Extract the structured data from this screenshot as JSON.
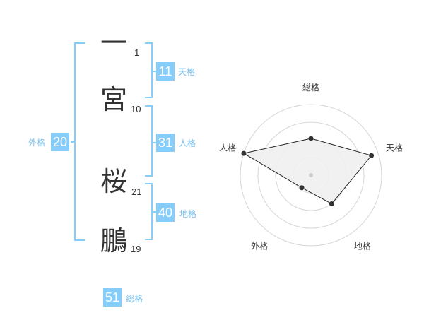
{
  "name": {
    "chars": [
      {
        "char": "一",
        "strokes": "1"
      },
      {
        "char": "宮",
        "strokes": "10"
      },
      {
        "char": "桜",
        "strokes": "21"
      },
      {
        "char": "鵬",
        "strokes": "19"
      }
    ]
  },
  "fortunes": {
    "tenkaku": {
      "value": "11",
      "label": "天格"
    },
    "jinkaku": {
      "value": "31",
      "label": "人格"
    },
    "chikaku": {
      "value": "40",
      "label": "地格"
    },
    "gaikaku": {
      "value": "20",
      "label": "外格"
    },
    "soukaku": {
      "value": "51",
      "label": "総格"
    }
  },
  "colors": {
    "accent": "#87cdfa",
    "bracket": "#87cdfa",
    "text": "#333333"
  },
  "chart_data": {
    "type": "radar",
    "axes": [
      "総格",
      "天格",
      "地格",
      "外格",
      "人格"
    ],
    "values": [
      0.52,
      0.9,
      0.5,
      0.22,
      1.0
    ],
    "range": [
      0,
      1
    ],
    "rings": 4
  }
}
